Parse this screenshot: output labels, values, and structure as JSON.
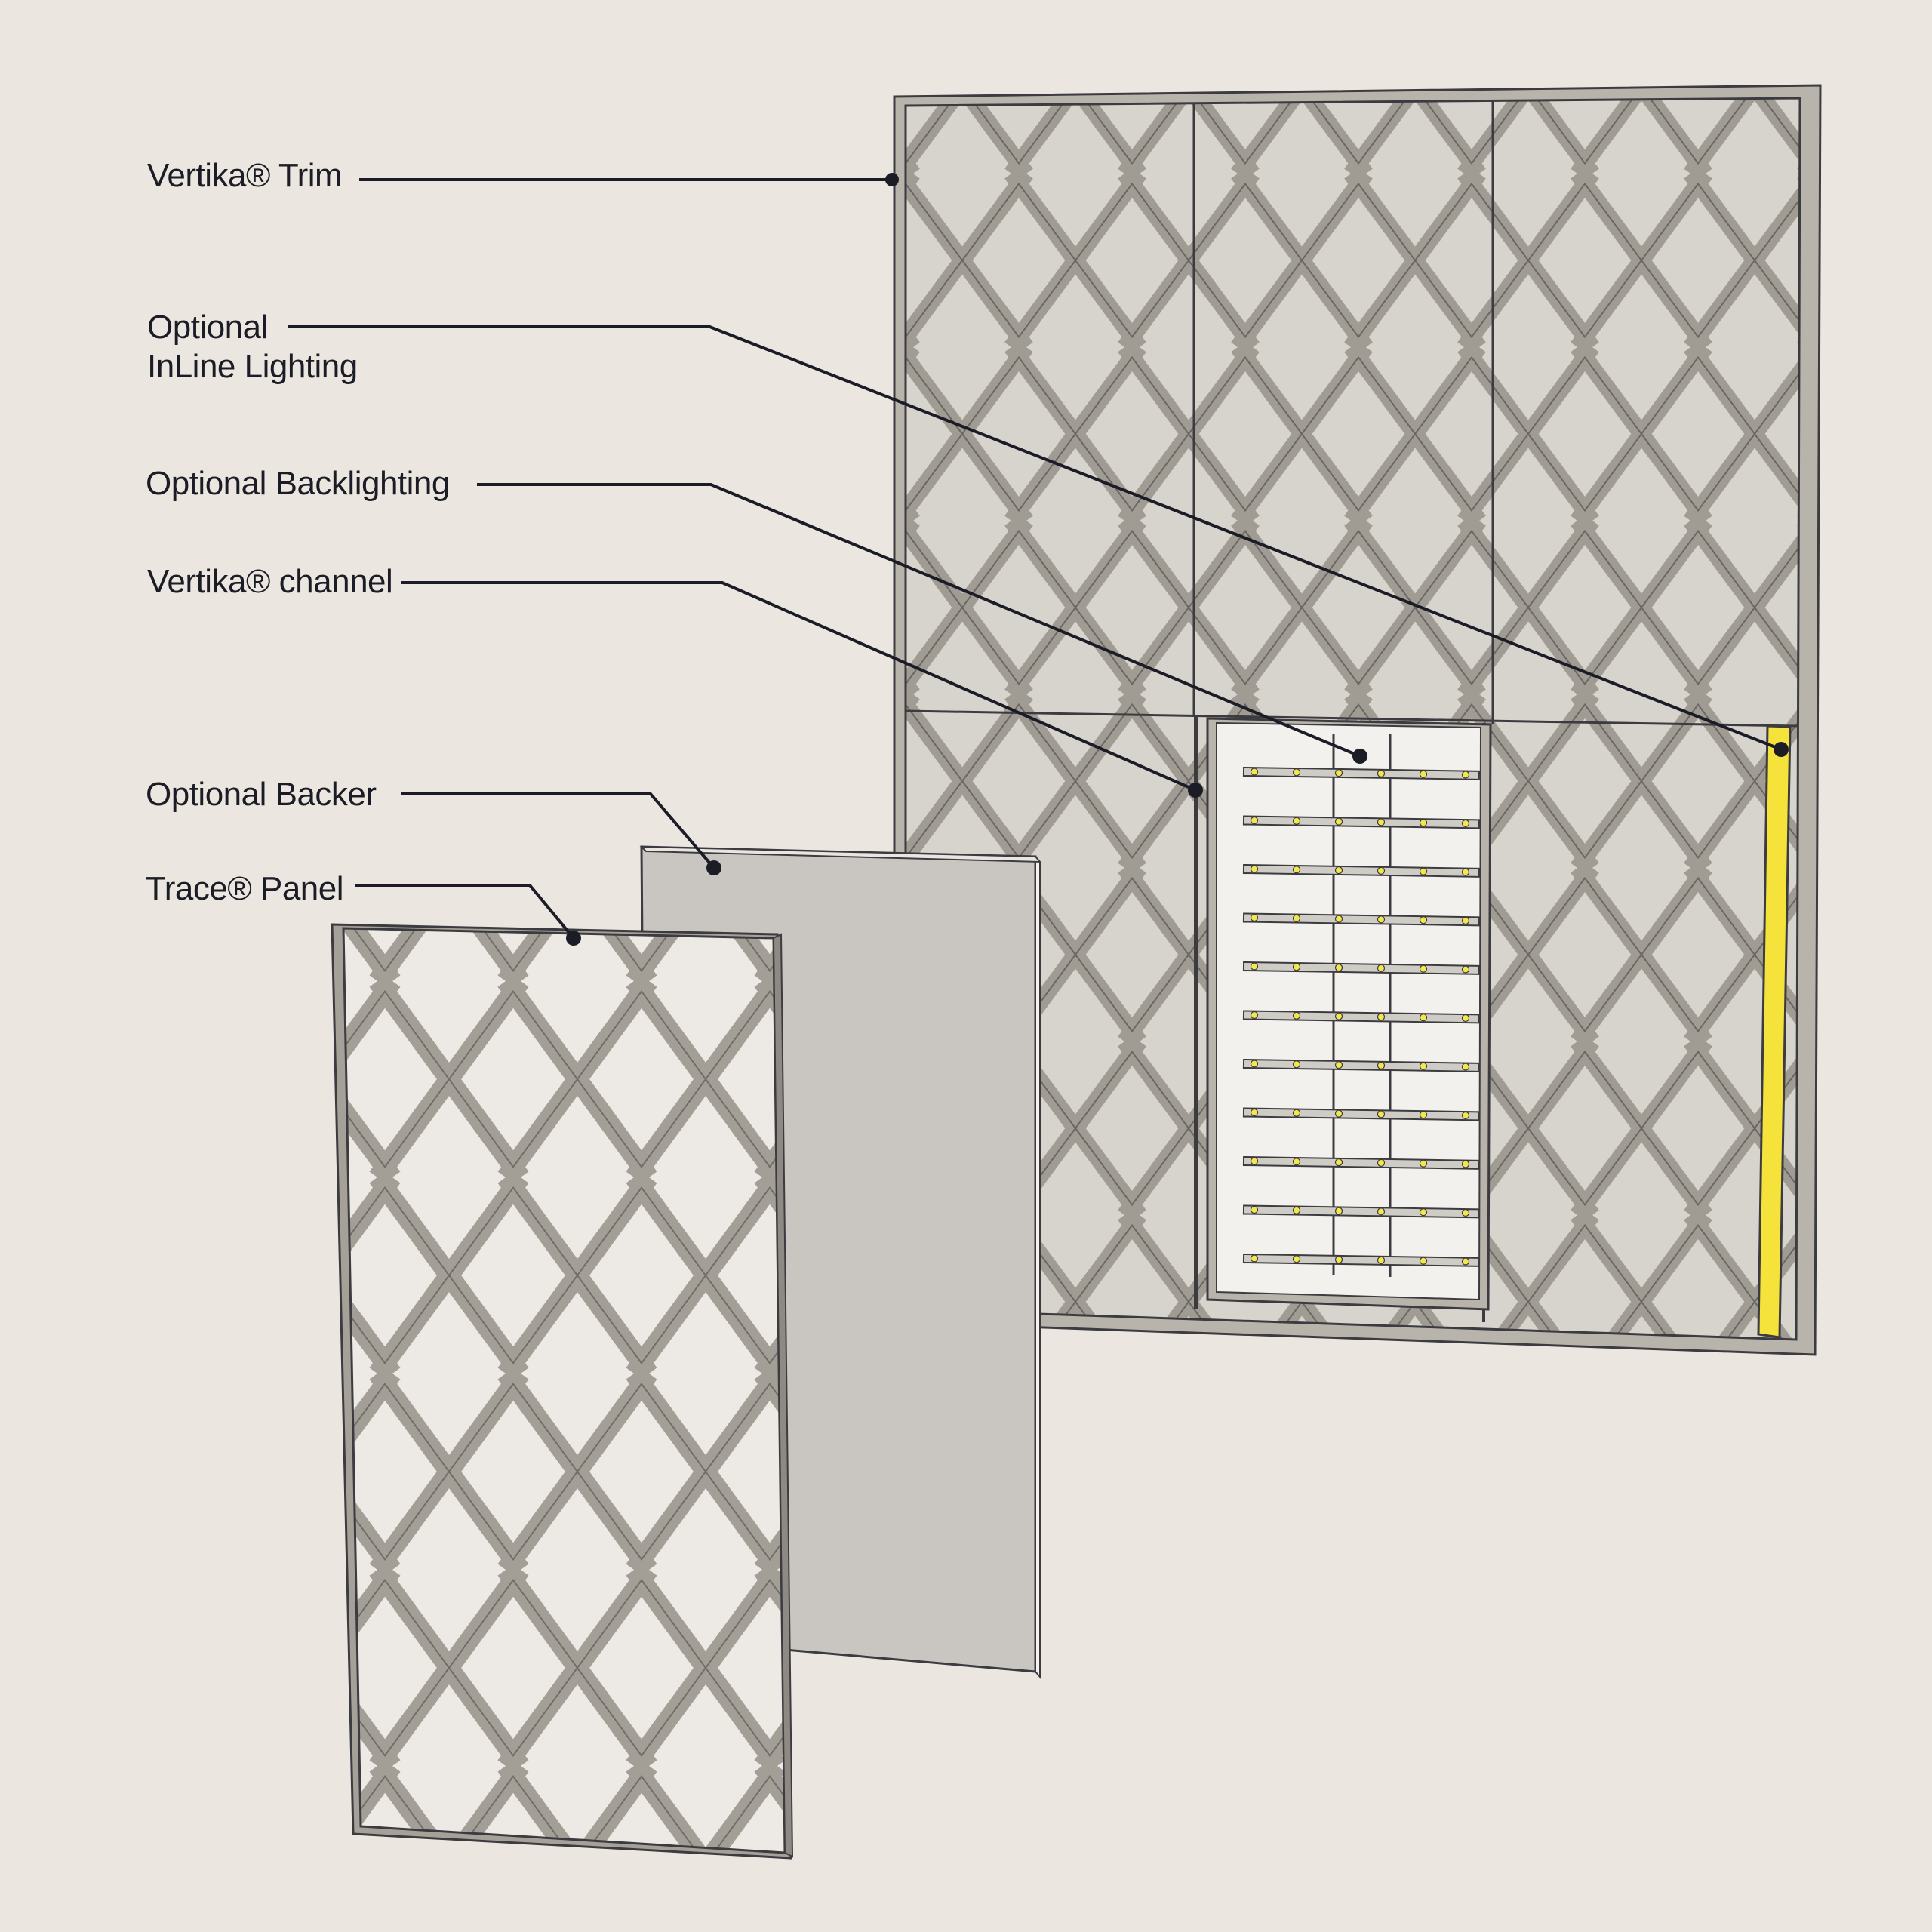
{
  "labels": {
    "trim": "Vertika® Trim",
    "inline_1": "Optional",
    "inline_2": "InLine Lighting",
    "backlight": "Optional Backlighting",
    "channel": "Vertika® channel",
    "backer": "Optional Backer",
    "panel": "Trace® Panel"
  },
  "colors": {
    "background": "#ebe7e0",
    "frame": "#b9b4ab",
    "lattice": "#9f9a92",
    "lattice_stroke": "#3c3c40",
    "opening": "#d8d4ce",
    "backer": "#c9c5c0",
    "backlight_panel": "#f3f1ee",
    "led": "#f2e84c",
    "inline_light": "#f5e23a",
    "leader": "#1b1c26"
  }
}
